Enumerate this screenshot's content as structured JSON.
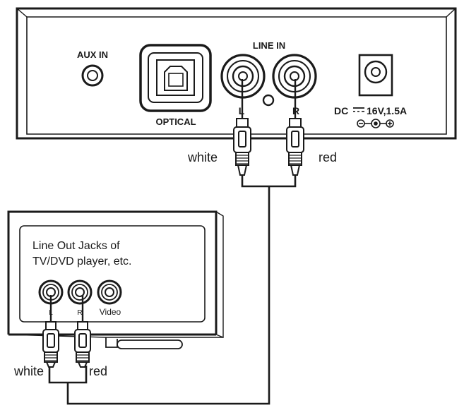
{
  "device": {
    "aux_in_label": "AUX IN",
    "optical_label": "OPTICAL",
    "line_in_label": "LINE IN",
    "left_label": "L",
    "right_label": "R",
    "dc_label": "DC",
    "dc_rating": "16V,1.5A"
  },
  "cable": {
    "top_white_label": "white",
    "top_red_label": "red",
    "bottom_white_label": "white",
    "bottom_red_label": "red"
  },
  "tv": {
    "caption_line1": "Line Out Jacks of",
    "caption_line2": "TV/DVD player, etc.",
    "jack_left_label": "L",
    "jack_right_label": "R",
    "jack_video_label": "Video"
  },
  "colors": {
    "stroke": "#1a1a1a",
    "device_fill": "#ffffff",
    "background": "#ffffff"
  }
}
